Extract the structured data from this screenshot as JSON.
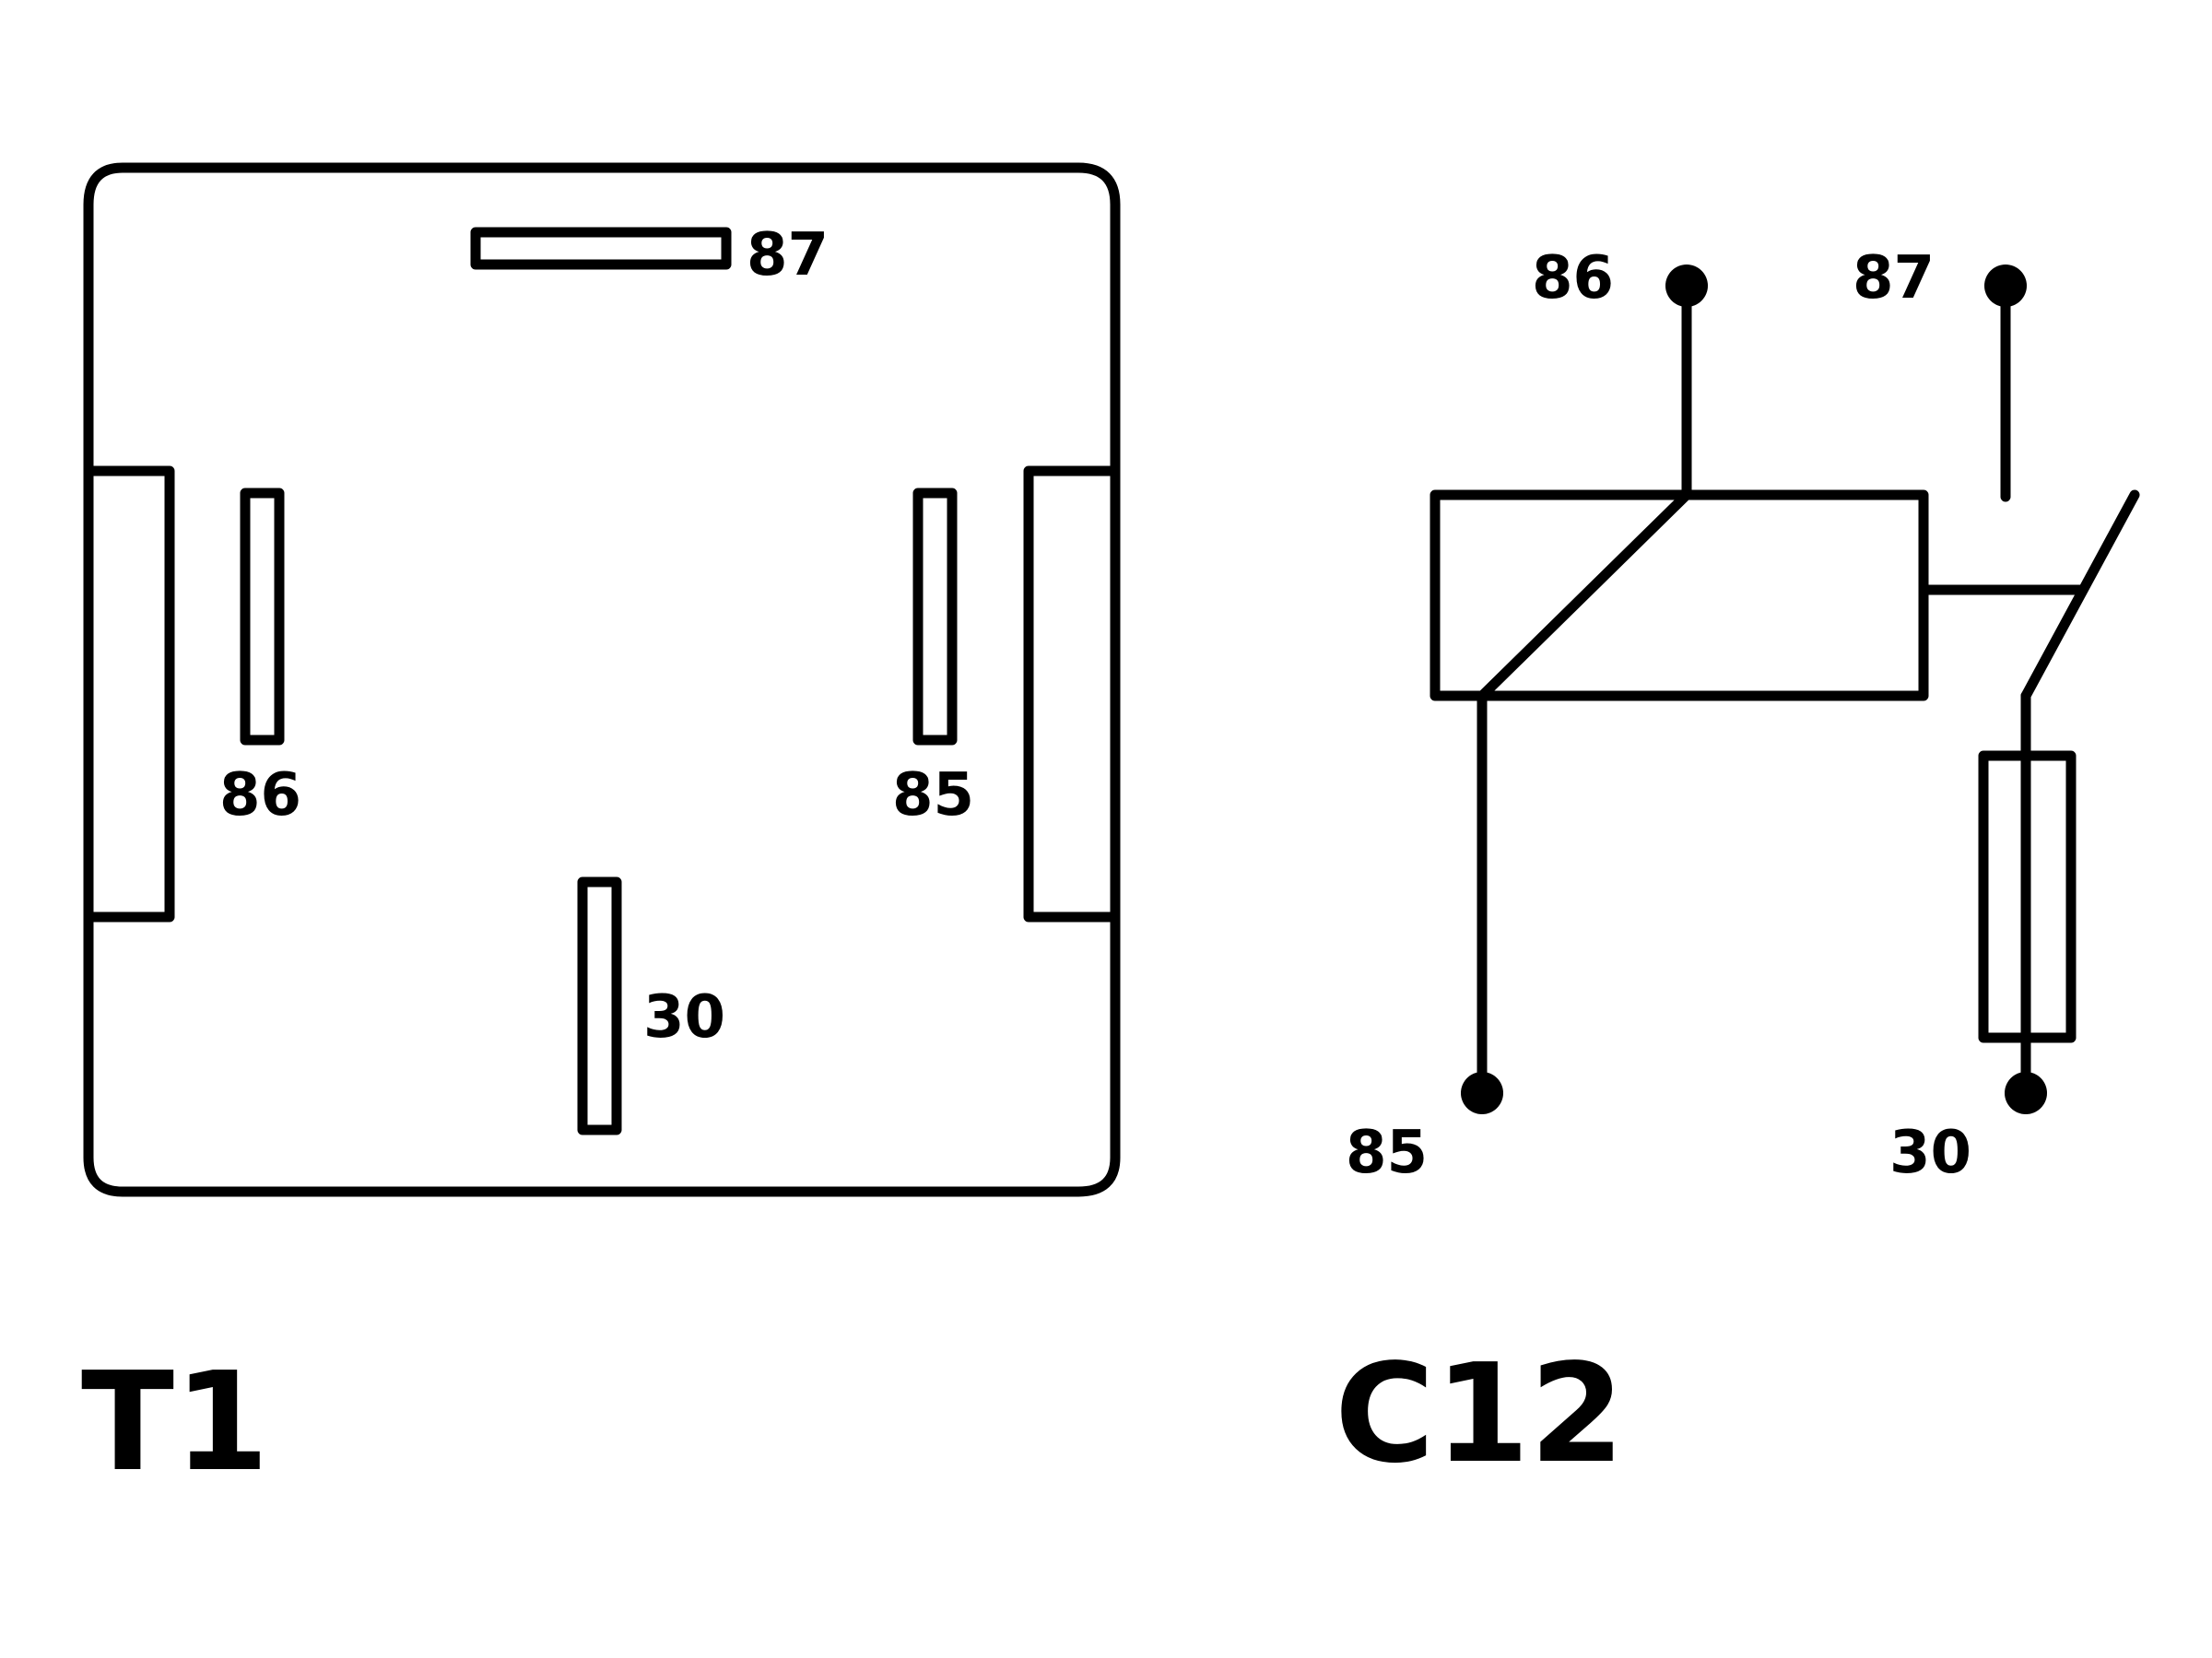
{
  "colors": {
    "ink": "#000000",
    "background": "#ffffff"
  },
  "t1": {
    "title": "T1",
    "pins": {
      "p87": "87",
      "p86": "86",
      "p85": "85",
      "p30": "30"
    }
  },
  "c12": {
    "title": "C12",
    "pins": {
      "p86": "86",
      "p87": "87",
      "p85": "85",
      "p30": "30"
    }
  }
}
